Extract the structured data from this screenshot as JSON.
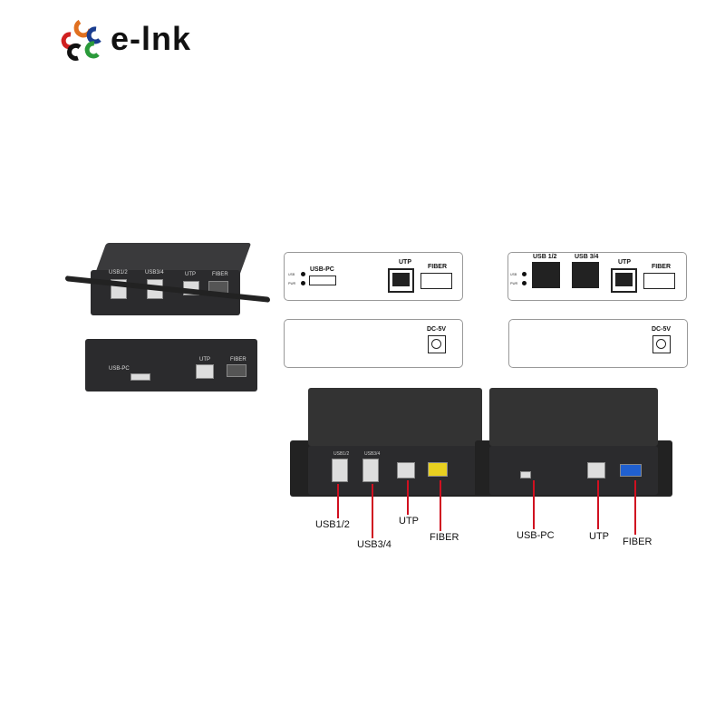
{
  "brand": {
    "name": "e-lnk",
    "logo_colors": [
      "#e07020",
      "#1a3d8f",
      "#d02020",
      "#2a9a3a",
      "#111111"
    ]
  },
  "diagrams": {
    "receiver_front": {
      "leds": [
        "USB",
        "PWR"
      ],
      "ports": [
        "USB-PC",
        "UTP",
        "FIBER"
      ]
    },
    "receiver_back": {
      "ports": [
        "DC-5V"
      ]
    },
    "transmitter_front": {
      "leds": [
        "USB",
        "PWR"
      ],
      "ports": [
        "USB 1/2",
        "USB 3/4",
        "UTP",
        "FIBER"
      ]
    },
    "transmitter_back": {
      "ports": [
        "DC-5V"
      ]
    }
  },
  "left_photo": {
    "top_unit": [
      "USB1/2",
      "USB3/4",
      "UTP",
      "FIBER"
    ],
    "bottom_unit": [
      "USB-PC",
      "UTP",
      "FIBER"
    ]
  },
  "callouts": {
    "left_device": [
      "USB1/2",
      "USB3/4",
      "UTP",
      "FIBER"
    ],
    "right_device": [
      "USB-PC",
      "UTP",
      "FIBER"
    ]
  },
  "colors": {
    "device": "#2b2b2d",
    "callout_line": "#d01020",
    "fiber_yellow": "#e8d020",
    "fiber_blue": "#2060d0"
  }
}
